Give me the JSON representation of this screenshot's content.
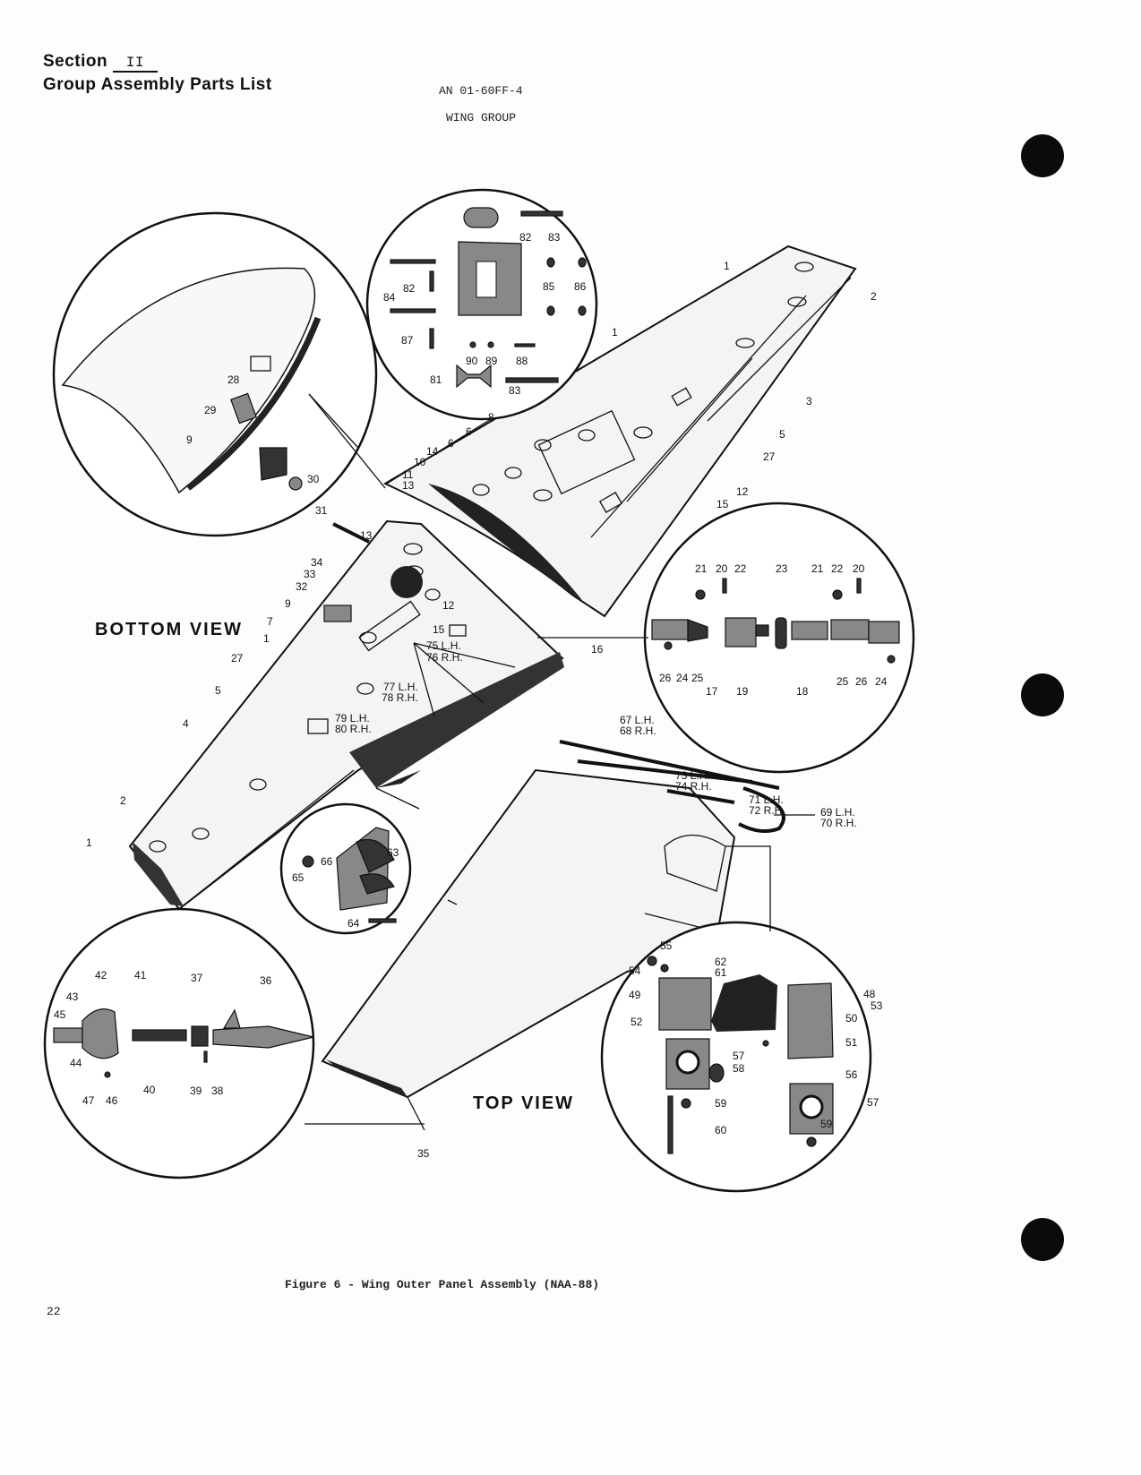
{
  "header": {
    "section_prefix": "Section",
    "section_number": "II",
    "group_title": "Group Assembly Parts List",
    "doc_number": "AN 01-60FF-4",
    "group_name": "WING GROUP"
  },
  "views": {
    "bottom": "BOTTOM VIEW",
    "top": "TOP VIEW"
  },
  "callouts": {
    "c1": "1",
    "c2": "2",
    "c3": "3",
    "c4": "4",
    "c5": "5",
    "c6": "6",
    "c7": "7",
    "c8": "8",
    "c9": "9",
    "c10": "10",
    "c11": "11",
    "c12": "12",
    "c13": "13",
    "c14": "14",
    "c15": "15",
    "c16": "16",
    "c17": "17",
    "c18": "18",
    "c19": "19",
    "c20": "20",
    "c21": "21",
    "c22": "22",
    "c23": "23",
    "c24": "24",
    "c25": "25",
    "c26": "26",
    "c27": "27",
    "c28": "28",
    "c29": "29",
    "c30": "30",
    "c31": "31",
    "c32": "32",
    "c33": "33",
    "c34": "34",
    "c35": "35",
    "c36": "36",
    "c37": "37",
    "c38": "38",
    "c39": "39",
    "c40": "40",
    "c41": "41",
    "c42": "42",
    "c43": "43",
    "c44": "44",
    "c45": "45",
    "c46": "46",
    "c47": "47",
    "c48": "48",
    "c49": "49",
    "c50": "50",
    "c51": "51",
    "c52": "52",
    "c53": "53",
    "c54": "54",
    "c55": "55",
    "c56": "56",
    "c57": "57",
    "c58": "58",
    "c59": "59",
    "c60": "60",
    "c61": "61",
    "c62": "62",
    "c63": "63",
    "c64": "64",
    "c65": "65",
    "c66": "66",
    "c81": "81",
    "c82": "82",
    "c83": "83",
    "c84": "84",
    "c85": "85",
    "c86": "86",
    "c87": "87",
    "c88": "88",
    "c89": "89",
    "c90": "90",
    "c67": "67 L.H.",
    "c68": "68 R.H.",
    "c69": "69 L.H.",
    "c70": "70 R.H.",
    "c71": "71 L.H.",
    "c72": "72 R.H.",
    "c73": "73 L.H.",
    "c74": "74 R.H.",
    "c75": "75 L.H.",
    "c76": "76 R.H.",
    "c77": "77 L.H.",
    "c78": "78 R.H.",
    "c79": "79 L.H.",
    "c80": "80 R.H."
  },
  "caption": "Figure 6 - Wing Outer Panel Assembly (NAA-88)",
  "page_number": "22"
}
